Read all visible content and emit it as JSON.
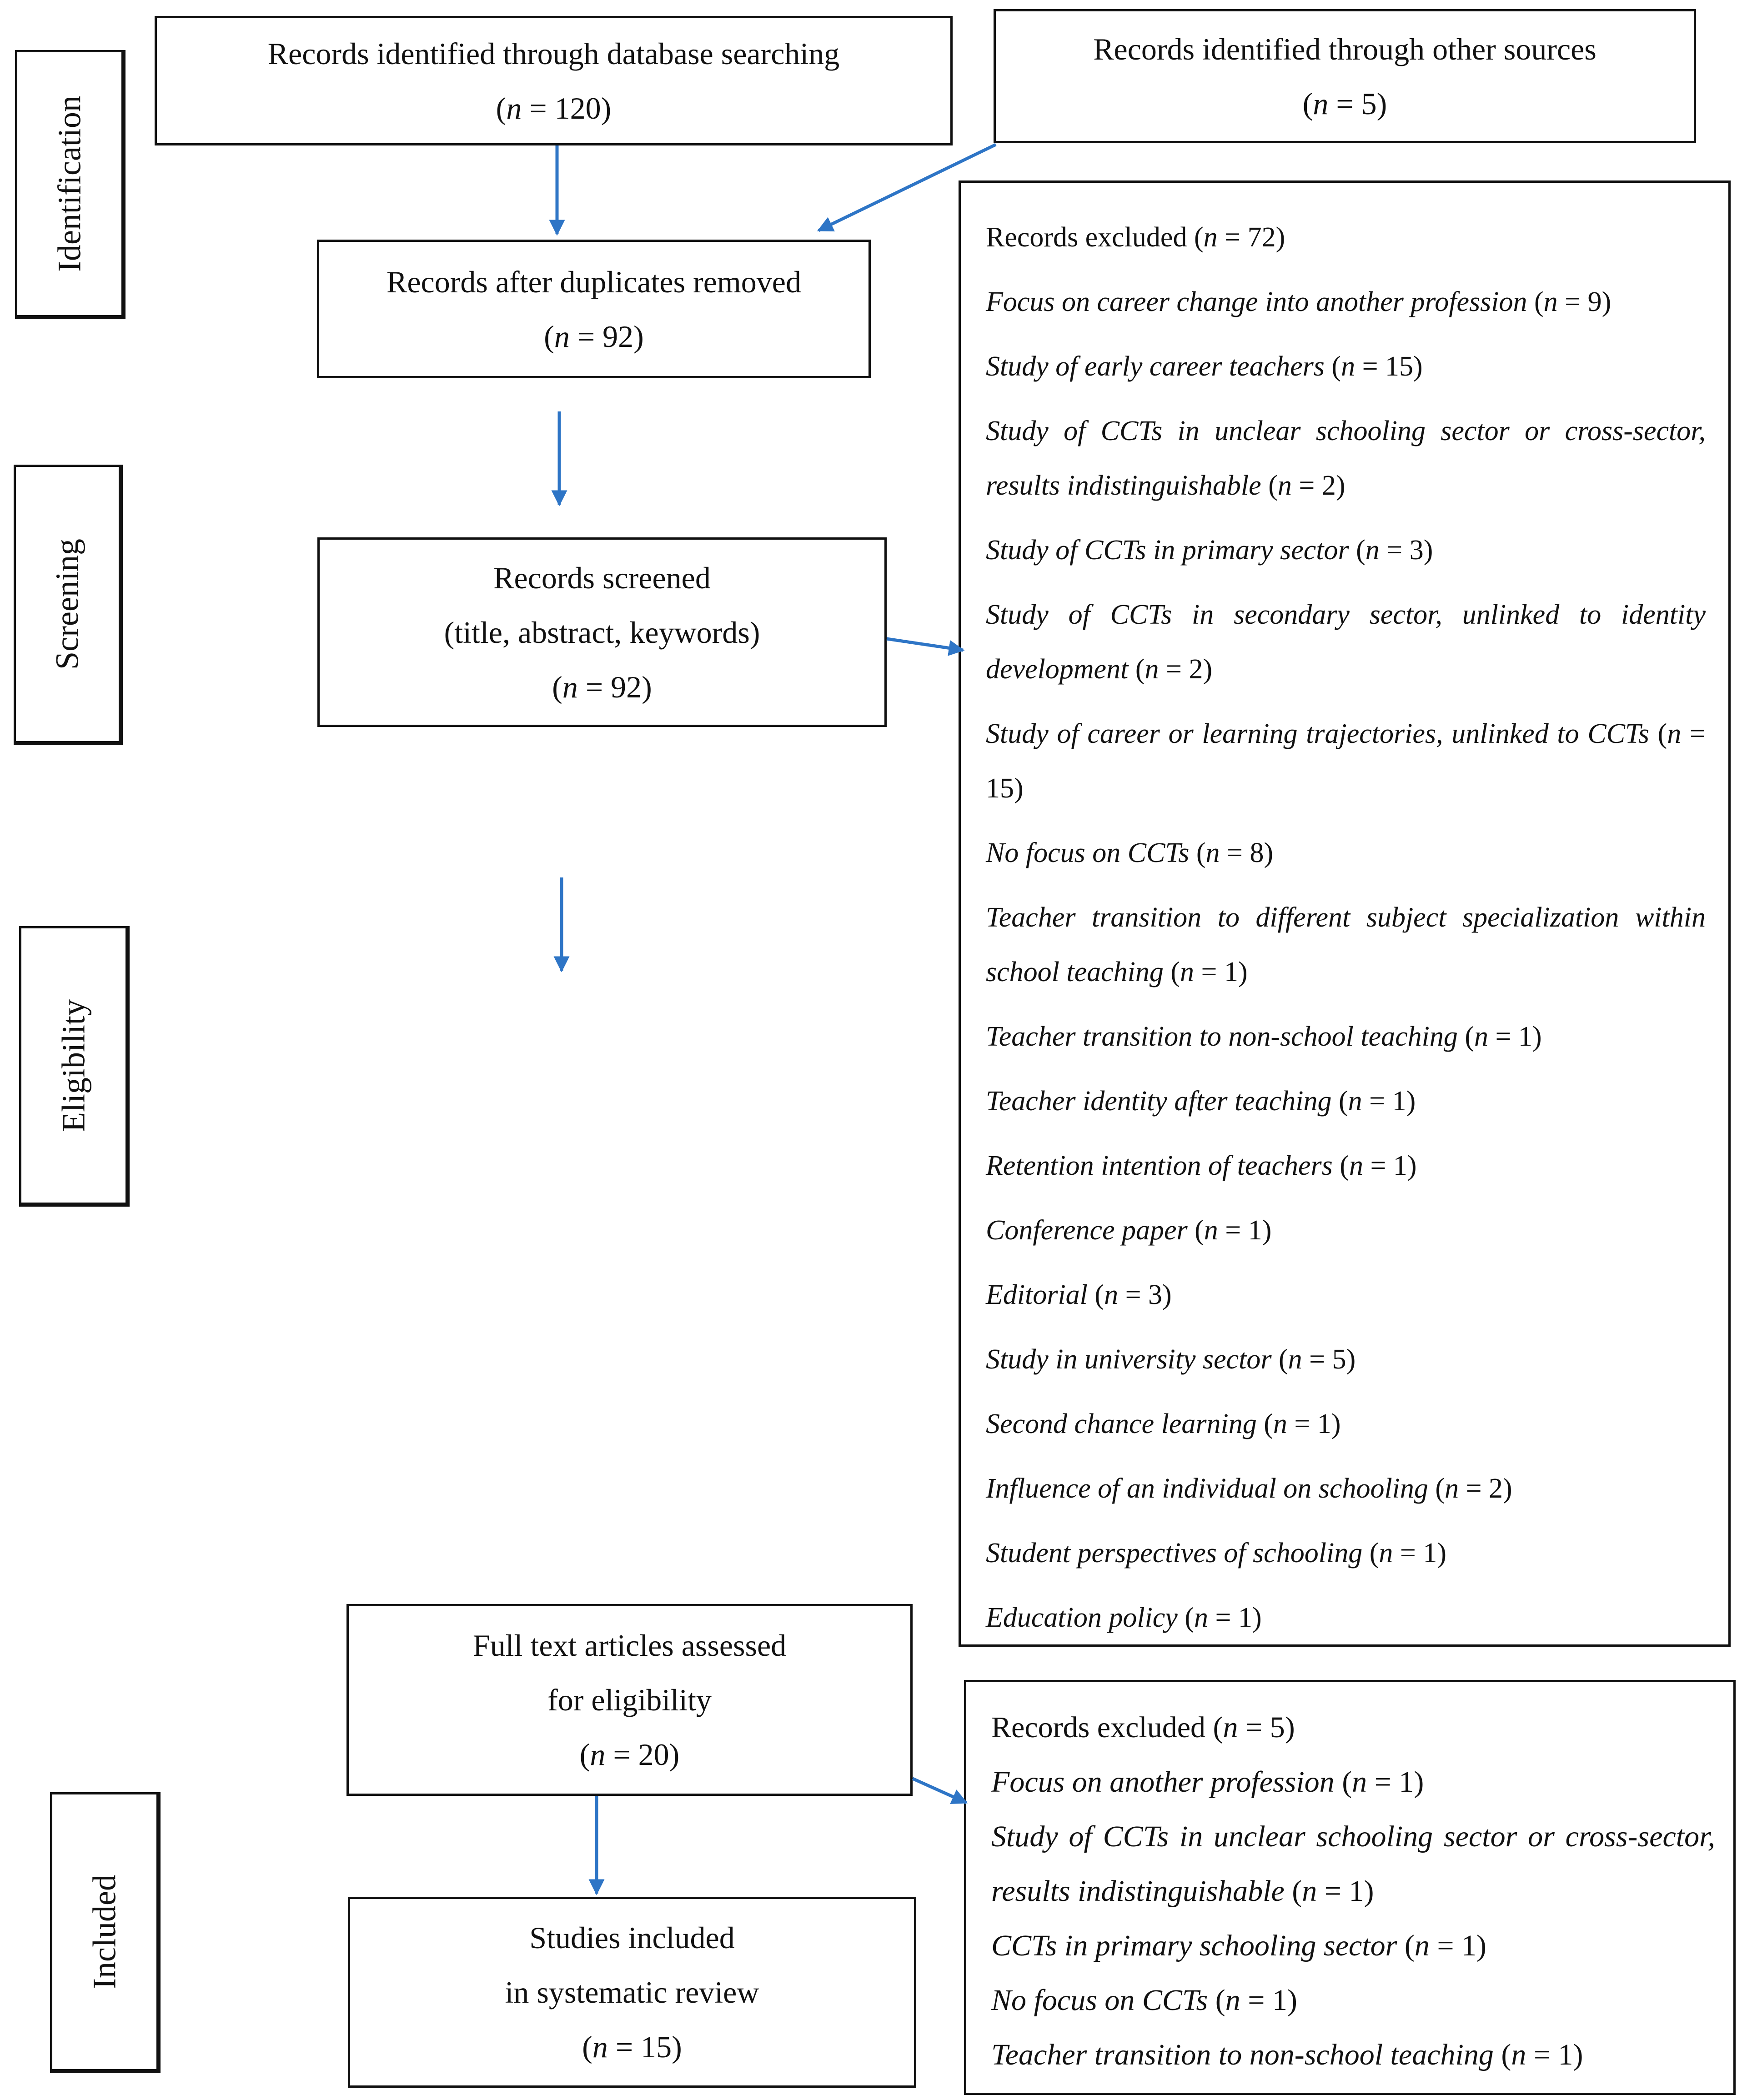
{
  "stages": {
    "identification": "Identification",
    "screening": "Screening",
    "eligibility": "Eligibility",
    "included": "Included"
  },
  "boxes": {
    "database": {
      "line1": "Records identified through database searching",
      "n": "120"
    },
    "other_sources": {
      "line1": "Records identified through other sources",
      "n": "5"
    },
    "after_duplicates": {
      "line1": "Records after duplicates removed",
      "n": "92"
    },
    "screened": {
      "line1": "Records screened",
      "line2": "(title, abstract, keywords)",
      "n": "92"
    },
    "full_text": {
      "line1": "Full text articles assessed",
      "line2": "for eligibility",
      "n": "20"
    },
    "included": {
      "line1": "Studies included",
      "line2": "in systematic review",
      "n": "15"
    }
  },
  "n_symbol": "n",
  "excluded_screening": {
    "head": "Records excluded",
    "head_n": "72",
    "items": [
      {
        "text": "Focus on career change into another profession",
        "n": "9"
      },
      {
        "text": "Study of early career teachers",
        "n": "15"
      },
      {
        "text": "Study of CCTs in unclear schooling sector or cross-sector, results indistinguishable",
        "n": "2"
      },
      {
        "text": "Study of CCTs in primary sector",
        "n": "3"
      },
      {
        "text": "Study of CCTs in secondary sector, unlinked to identity development",
        "n": "2"
      },
      {
        "text": "Study of career or learning trajectories, unlinked to CCTs",
        "n": "15"
      },
      {
        "text": "No focus on CCTs",
        "n": "8"
      },
      {
        "text": "Teacher transition to different subject specialization within school teaching",
        "n": "1"
      },
      {
        "text": "Teacher transition to non-school teaching",
        "n": "1"
      },
      {
        "text": "Teacher identity after teaching",
        "n": "1"
      },
      {
        "text": "Retention intention of teachers",
        "n": "1"
      },
      {
        "text": "Conference paper",
        "n": "1"
      },
      {
        "text": "Editorial",
        "n": "3"
      },
      {
        "text": "Study in university sector",
        "n": "5"
      },
      {
        "text": "Second chance learning",
        "n": "1"
      },
      {
        "text": "Influence of an individual on schooling",
        "n": "2"
      },
      {
        "text": "Student perspectives of schooling",
        "n": "1"
      },
      {
        "text": "Education policy",
        "n": "1"
      }
    ]
  },
  "excluded_eligibility": {
    "head": "Records excluded",
    "head_n": "5",
    "items": [
      {
        "text": "Focus on another profession",
        "n": "1"
      },
      {
        "text": "Study of CCTs in unclear schooling sector or cross-sector, results indistinguishable",
        "n": "1"
      },
      {
        "text": "CCTs in primary schooling sector",
        "n": "1"
      },
      {
        "text": "No focus on CCTs",
        "n": "1"
      },
      {
        "text": "Teacher transition to non-school teaching",
        "n": "1"
      }
    ]
  },
  "colors": {
    "arrow": "#2e75c6",
    "border": "#111111"
  }
}
